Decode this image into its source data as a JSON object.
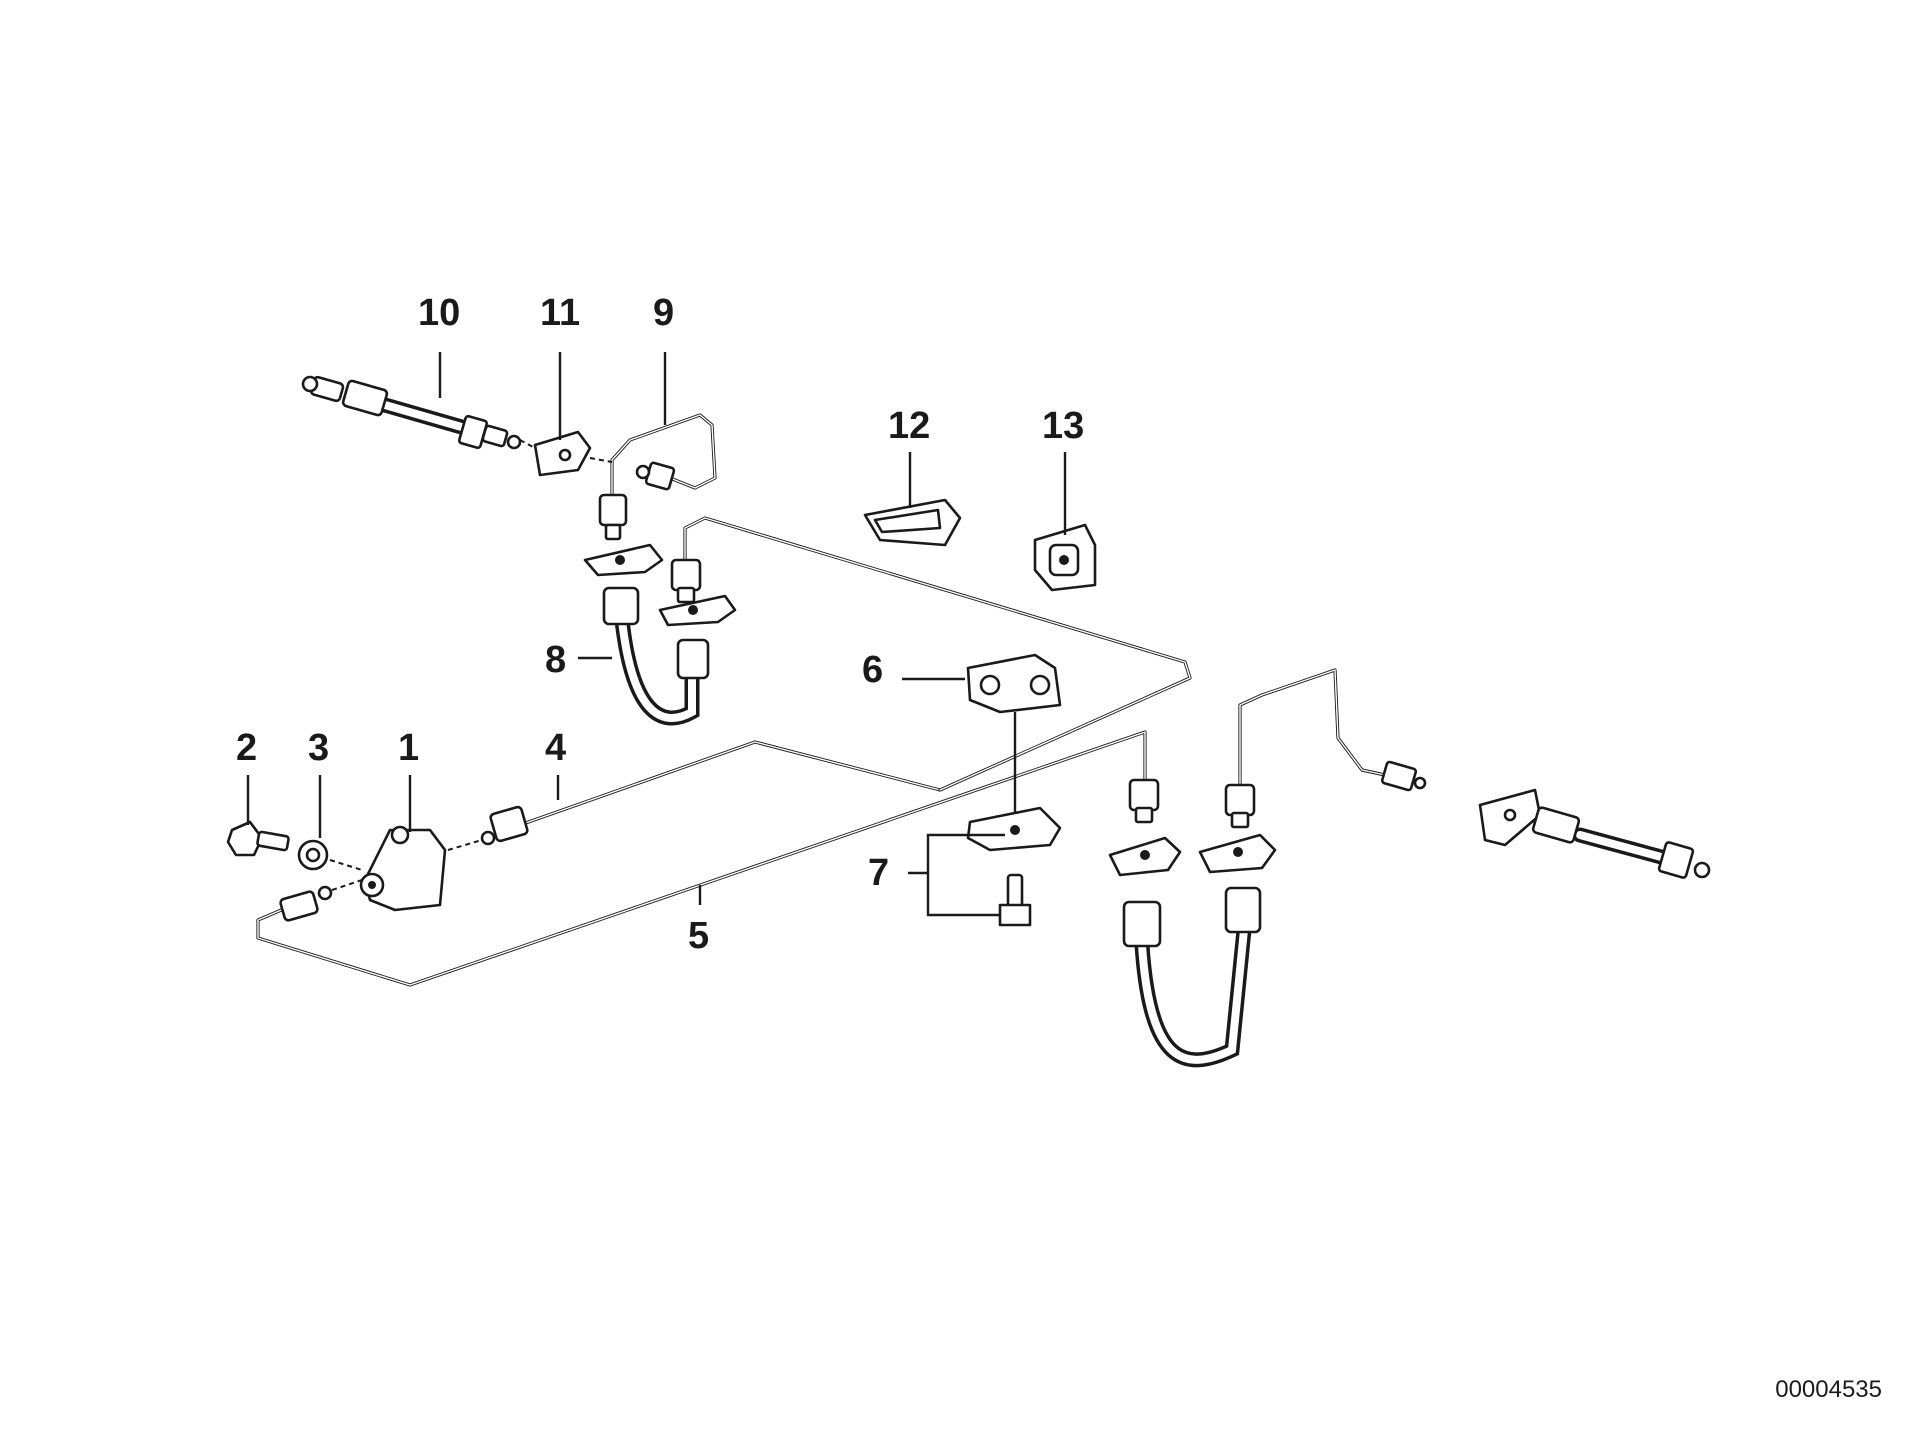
{
  "callouts": {
    "c1": "1",
    "c2": "2",
    "c3": "3",
    "c4": "4",
    "c5": "5",
    "c6": "6",
    "c7": "7",
    "c8": "8",
    "c9": "9",
    "c10": "10",
    "c11": "11",
    "c12": "12",
    "c13": "13"
  },
  "reference_number": "00004535",
  "colors": {
    "line": "#1a1a1a",
    "background": "#ffffff"
  }
}
